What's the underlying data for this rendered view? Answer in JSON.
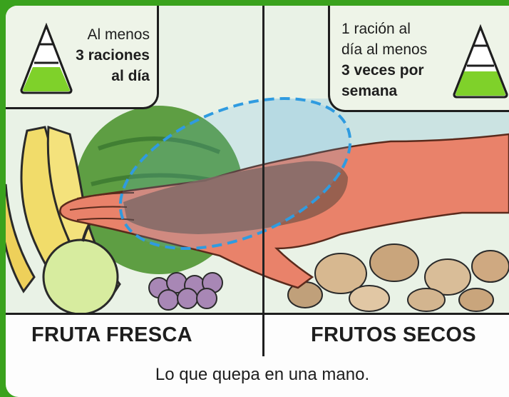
{
  "left_info": {
    "line1": "Al menos",
    "line2": "3 raciones",
    "line3": "al día"
  },
  "right_info": {
    "line1": "1 ración al",
    "line2": "día al menos",
    "line3": "3 veces por",
    "line4": "semana"
  },
  "labels": {
    "left": "FRUTA FRESCA",
    "right": "FRUTOS SECOS"
  },
  "footer": {
    "text": "Lo que quepa en una mano."
  },
  "colors": {
    "frame_green": "#3aa21d",
    "pyramid_fill": "#7fd12a",
    "hand": "#e9826a",
    "highlight_circle": "#2f9be0"
  }
}
